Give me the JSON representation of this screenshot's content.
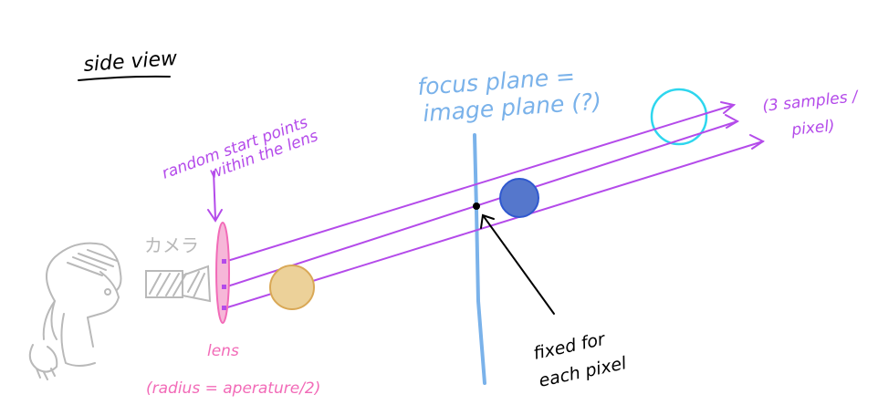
{
  "title": "side view",
  "labels": {
    "focus_plane_line1": "focus plane =",
    "focus_plane_line2": "image plane (?)",
    "random_line1": "random start points",
    "random_line2": "within the lens",
    "samples_line1": "(3 samples /",
    "samples_line2": "pixel)",
    "camera": "カメラ",
    "lens": "lens",
    "lens_radius": "(radius = aperature/2)",
    "fixed_line1": "fixed for",
    "fixed_line2": "each pixel"
  },
  "colors": {
    "purple": "#b44bea",
    "pink": "#f26bb8",
    "pink_fill": "#f6b7d8",
    "blue": "#7ab2ea",
    "dark_blue_fill": "#5577cc",
    "cyan": "#2ed6ee",
    "tan_fill": "#ecd199",
    "tan_stroke": "#d9a856",
    "gray": "#b9b9b9",
    "black": "#000000"
  }
}
